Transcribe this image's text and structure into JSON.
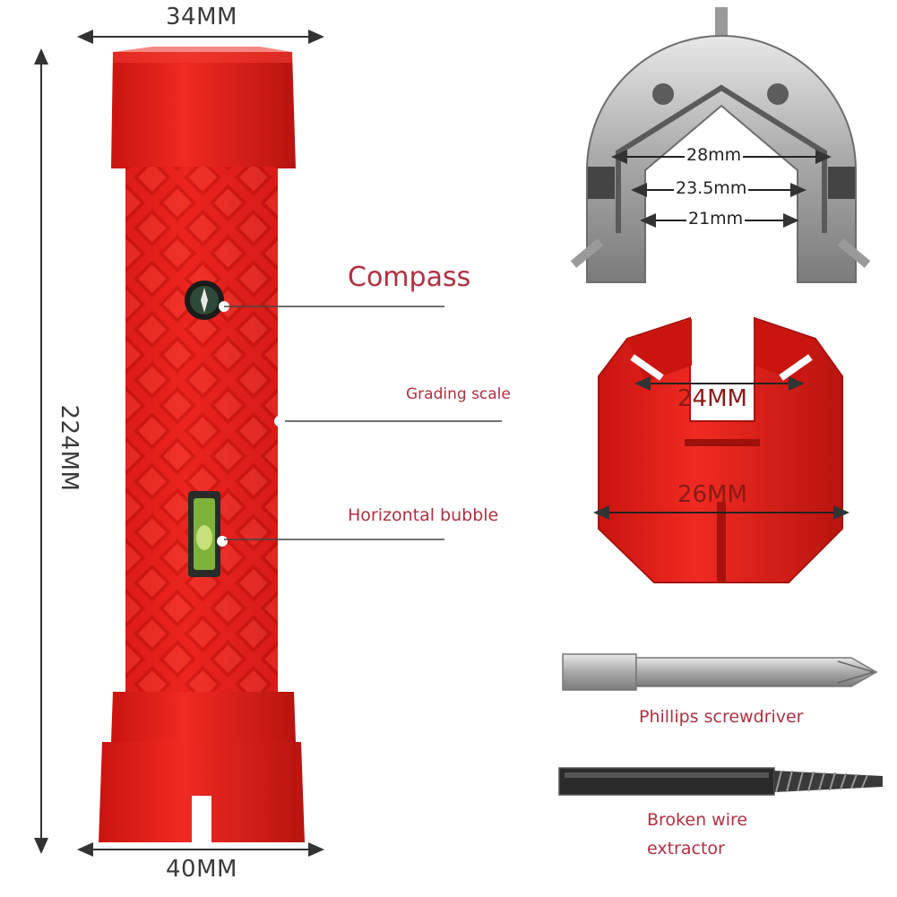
{
  "dimensions": {
    "top_width": "34MM",
    "bottom_width": "40MM",
    "height": "224MM",
    "jaw_outer": "28mm",
    "jaw_mid": "23.5mm",
    "jaw_inner": "21mm",
    "socket_inner": "24MM",
    "socket_outer": "26MM"
  },
  "labels": {
    "compass": "Compass",
    "grading_scale": "Grading scale",
    "horizontal_bubble": "Horizontal bubble",
    "phillips": "Phillips screwdriver",
    "extractor_line1": "Broken wire",
    "extractor_line2": "extractor"
  },
  "colors": {
    "tool_red": "#e8201c",
    "tool_red_dark": "#b8140f",
    "metal": "#b9b9b9",
    "callout": "#b03040"
  }
}
